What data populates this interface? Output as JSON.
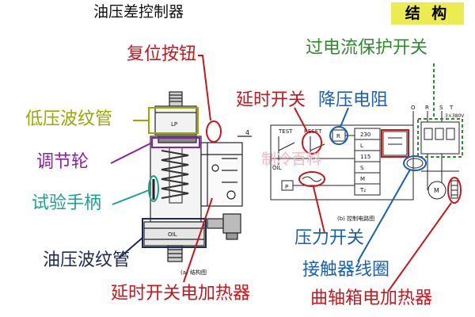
{
  "title": "油压差控制器",
  "badge": "结 构",
  "labels": {
    "reset_button": "复位按钮",
    "overcurrent_switch": "过电流保护开关",
    "low_pressure_bellows": "低压波纹管",
    "delay_switch": "延时开关",
    "step_down_resistor": "降压电阻",
    "adjust_wheel": "调节轮",
    "ghost_text": "制冷百科",
    "test_handle": "试验手柄",
    "pressure_switch": "压力开关",
    "oil_bellows": "油压波纹管",
    "contactor_coil": "接触器线圈",
    "delay_heater": "延时开关电加热器",
    "crankcase_heater": "曲轴箱电加热器"
  },
  "device": {
    "lp_tag": "LP",
    "oil_tag": "OIL",
    "callout_4": "4",
    "caption": "(a) 结构图"
  },
  "circuit": {
    "test_label": "TEST",
    "reset_label": "RESET",
    "r_label": "R",
    "oil_label": "OIL",
    "p_label": "P",
    "t_labels": [
      "230",
      "L",
      "115",
      "S",
      "M",
      "T₂"
    ],
    "top_o": "O",
    "top_r": "R",
    "top_s": "S",
    "top_t": "T",
    "voltage": "3×380V",
    "motor": "M",
    "caption": "(b) 控制电路图"
  },
  "colors": {
    "red": "#c8161d",
    "green": "#2e8b2e",
    "blue": "#1a5fb4",
    "purple": "#8b1fa8",
    "teal": "#1aa38f",
    "navy": "#1b2a57",
    "olive": "#9aa800",
    "badge_bg": "#ecec52"
  }
}
